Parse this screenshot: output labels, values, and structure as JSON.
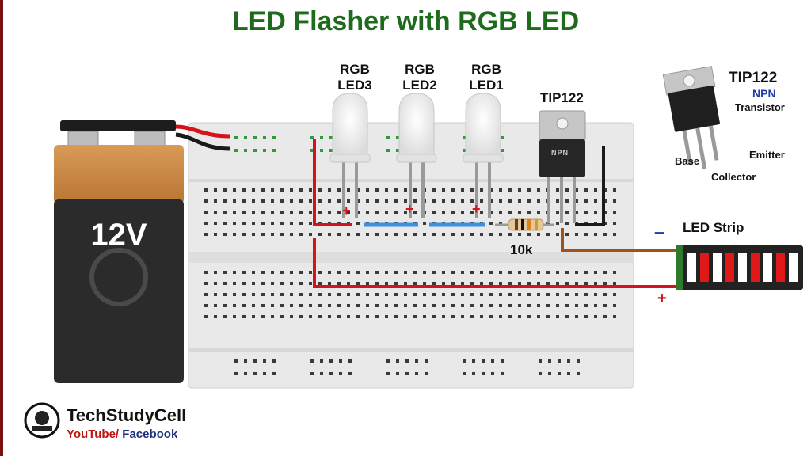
{
  "title": "LED Flasher with RGB LED",
  "battery": {
    "label": "12V"
  },
  "leds": [
    {
      "line1": "RGB",
      "line2": "LED3"
    },
    {
      "line1": "RGB",
      "line2": "LED2"
    },
    {
      "line1": "RGB",
      "line2": "LED1"
    }
  ],
  "transistor": {
    "label": "TIP122",
    "body_text": "NPN"
  },
  "resistor": {
    "value": "10k"
  },
  "strip": {
    "label": "LED Strip",
    "minus": "–",
    "plus": "+"
  },
  "pinout": {
    "title": "TIP122",
    "type": "NPN",
    "subtitle": "Transistor",
    "pins": {
      "base": "Base",
      "collector": "Collector",
      "emitter": "Emitter"
    }
  },
  "polarity": {
    "led_plus": "+"
  },
  "branding": {
    "name": "TechStudyCell",
    "youtube": "YouTube/",
    "facebook": "Facebook"
  },
  "colors": {
    "title": "#1e6b1e",
    "wire_red": "#d4141a",
    "wire_black": "#1a1a1a",
    "wire_brown": "#a0521c",
    "jumper_blue": "#3f8ee0",
    "battery_copper": "#c98a4c",
    "battery_dark": "#2b2b2b",
    "led_strip_red": "#e01818",
    "npn_blue": "#1f3ea8"
  }
}
